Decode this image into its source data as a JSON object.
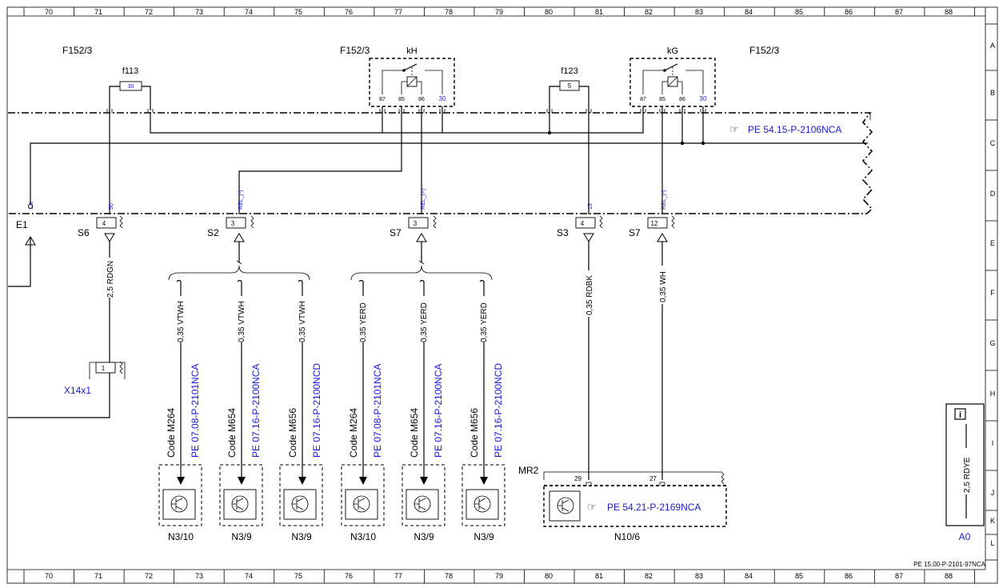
{
  "frame": {
    "columns": [
      "70",
      "71",
      "72",
      "73",
      "74",
      "75",
      "76",
      "77",
      "78",
      "79",
      "80",
      "81",
      "82",
      "83",
      "84",
      "85",
      "86",
      "87",
      "88"
    ],
    "rows": [
      "A",
      "B",
      "C",
      "D",
      "E",
      "F",
      "G",
      "H",
      "I",
      "J",
      "K",
      "L"
    ],
    "page_ref": "PE 15.00-P-2101-97NCA"
  },
  "top": {
    "fuse_label_left": "F152/3",
    "fuse_label_mid": "F152/3",
    "fuse_label_right": "F152/3",
    "fuse_f113": {
      "name": "f113",
      "rating": "30"
    },
    "fuse_f123": {
      "name": "f123",
      "rating": "5"
    },
    "relay_kh": {
      "name": "kH",
      "pins": [
        "87",
        "85",
        "86",
        "30"
      ]
    },
    "relay_kg": {
      "name": "kG",
      "pins": [
        "87",
        "85",
        "86",
        "30"
      ]
    },
    "crossref": "PE 54.15-P-2106NCA"
  },
  "connector": {
    "signals": [
      "30t",
      "50",
      "REL_(-)",
      "REL_(+)",
      "15",
      "REL_(-)"
    ],
    "E1": "E1",
    "S6": {
      "label": "S6",
      "pin": "4"
    },
    "S2": {
      "label": "S2",
      "pin": "3"
    },
    "S7a": {
      "label": "S7",
      "pin": "3"
    },
    "S3": {
      "label": "S3",
      "pin": "4"
    },
    "S7b": {
      "label": "S7",
      "pin": "12"
    }
  },
  "wires": {
    "w_s6": "2,5 RDGN",
    "w_s3": "0,35 RDBK",
    "w_s7b": "0,35 WH",
    "branch_vt": "0,35 VTWH",
    "branch_ye": "0,35 YERD"
  },
  "x14x1": {
    "label": "X14x1",
    "pin": "1"
  },
  "branches": [
    {
      "code": "Code M264",
      "ref": "PE 07.08-P-2101NCA",
      "unit": "N3/10"
    },
    {
      "code": "Code M654",
      "ref": "PE 07.16-P-2100NCA",
      "unit": "N3/9"
    },
    {
      "code": "Code M656",
      "ref": "PE 07.16-P-2100NCD",
      "unit": "N3/9"
    },
    {
      "code": "Code M264",
      "ref": "PE 07.08-P-2101NCA",
      "unit": "N3/10"
    },
    {
      "code": "Code M654",
      "ref": "PE 07.16-P-2100NCA",
      "unit": "N3/9"
    },
    {
      "code": "Code M656",
      "ref": "PE 07.16-P-2100NCD",
      "unit": "N3/9"
    }
  ],
  "n10": {
    "mr": "MR2",
    "pin_a": "29",
    "pin_b": "27",
    "ref": "PE 54.21-P-2169NCA",
    "unit": "N10/6"
  },
  "legend": {
    "info_icon": "info-icon",
    "wire": "2,5 RDYE",
    "label": "A0"
  }
}
